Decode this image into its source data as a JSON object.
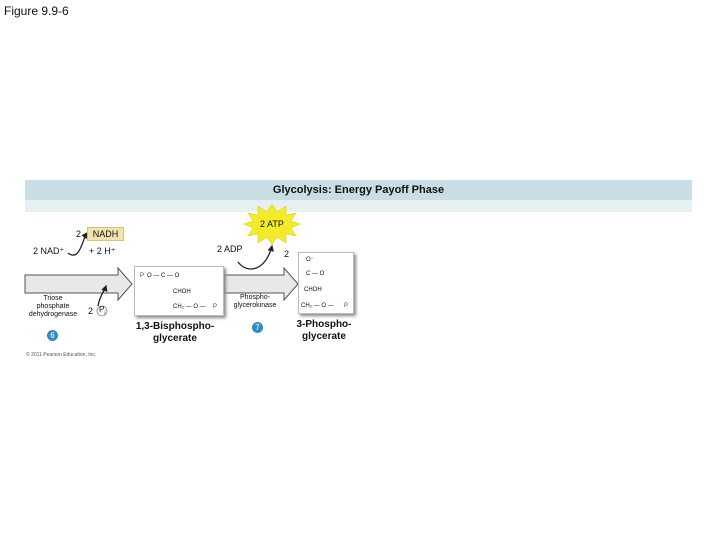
{
  "figure_label": "Figure 9.9-6",
  "title": "Glycolysis: Energy Payoff Phase",
  "atp_burst": "2 ATP",
  "nadh": {
    "count": "2",
    "label": "NADH"
  },
  "nad_plus": "2 NAD⁺",
  "h_plus": "+ 2 H⁺",
  "adp": "2 ADP",
  "two_right": "2",
  "enzyme_1": {
    "lines": [
      "Triose",
      "phosphate",
      "dehydrogenase"
    ],
    "step": "6"
  },
  "pi": {
    "count": "2",
    "symbol": "P",
    "sub": "i"
  },
  "enzyme_2": {
    "lines": [
      "Phospho-",
      "glycerokinase"
    ],
    "step": "7"
  },
  "molecule_1": {
    "name_lines": [
      "1,3-Bisphospho-",
      "glycerate"
    ],
    "row1_right": "O — C — O",
    "row2": "CHOH",
    "row3": "CH₂ — O —",
    "p": "P"
  },
  "molecule_2": {
    "name_lines": [
      "3-Phospho-",
      "glycerate"
    ],
    "top": "O⁻",
    "row1": "C — O",
    "row2": "CHOH",
    "row3": "CH₂ — O —",
    "p": "P"
  },
  "copyright": "© 2011 Pearson Education, Inc.",
  "colors": {
    "banner": "#c9dde4",
    "nadh_box": "#f1e3b2",
    "burst": "#f3ea2a",
    "badge": "#2f8dbf",
    "arrow_fill": "#e8e8e8"
  }
}
